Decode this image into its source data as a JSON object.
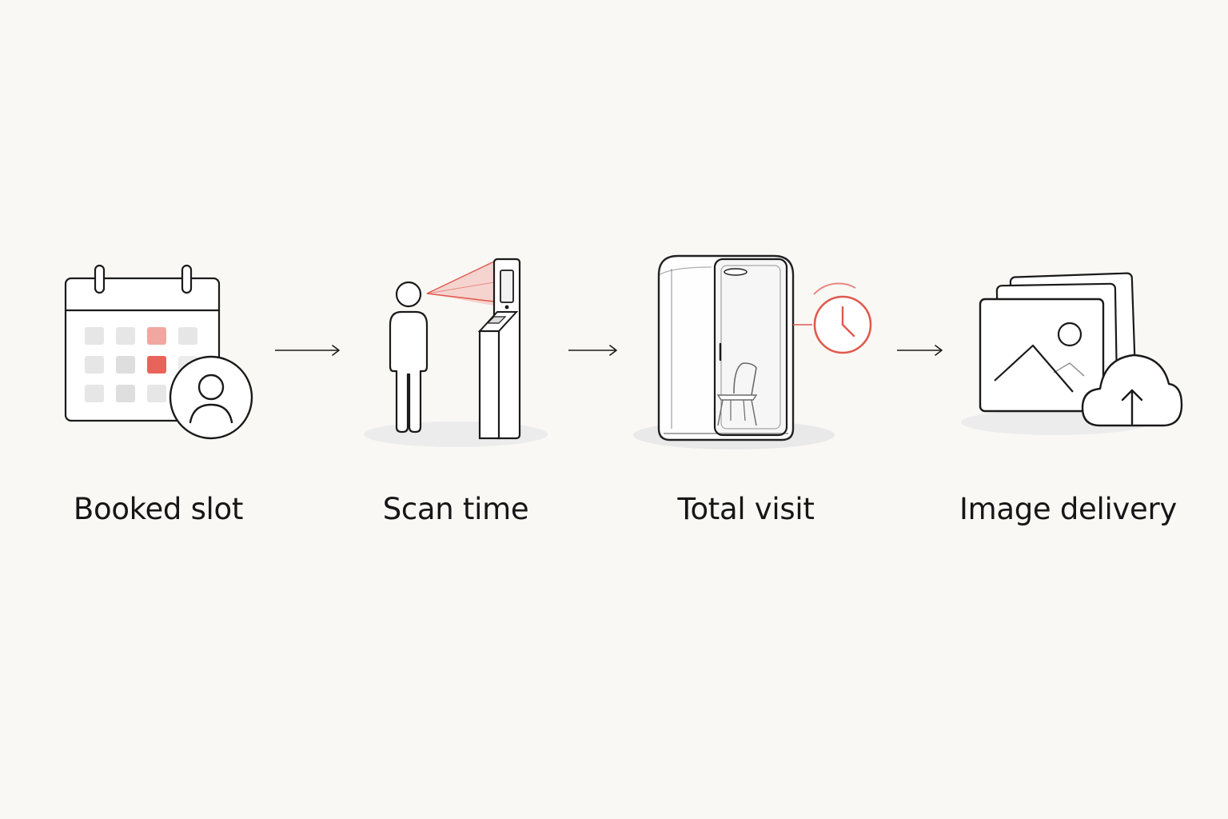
{
  "steps": [
    {
      "label": "Booked slot",
      "icon": "calendar-user-icon"
    },
    {
      "label": "Scan time",
      "icon": "person-scanner-icon"
    },
    {
      "label": "Total visit",
      "icon": "booth-clock-icon"
    },
    {
      "label": "Image delivery",
      "icon": "images-cloud-upload-icon"
    }
  ],
  "colors": {
    "background": "#f9f8f5",
    "stroke": "#1a1a1a",
    "accent": "#e05a4e",
    "muted": "#d9d9d9"
  }
}
